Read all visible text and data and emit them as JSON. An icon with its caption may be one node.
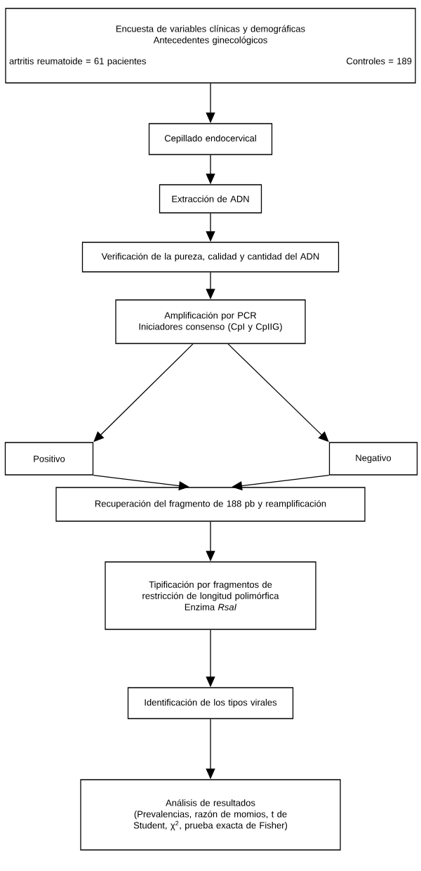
{
  "diagram": {
    "nodes": [
      {
        "text": [
          "Encuesta de variables clínicas y demográficas",
          "Antecedentes ginecológicos",
          "artritis reumatoide = 61 pacientes",
          "Controles = 189"
        ]
      },
      {
        "text": [
          "Cepillado endocervical"
        ]
      },
      {
        "text": [
          "Extracción de ADN"
        ]
      },
      {
        "text": [
          "Verificación de la pureza, calidad y cantidad del ADN"
        ]
      },
      {
        "text": [
          "Amplificación por PCR",
          "Iniciadores consenso (CpI y CpIIG)"
        ]
      },
      {
        "text": [
          "Positivo"
        ]
      },
      {
        "text": [
          "Negativo"
        ]
      },
      {
        "text": [
          "Recuperación del fragmento de 188 pb y reamplificación"
        ]
      },
      {
        "text": [
          "Tipificación por fragmentos de restricción de longitud polimórfica",
          "Enzima *RsaI*"
        ]
      },
      {
        "text": [
          "Identificación de los tipos virales"
        ]
      },
      {
        "text": [
          "Análisis de resultados",
          "(Prevalencias, razón de momios, t de Student, χ$^{2}$, prueba exacta de Fisher)"
        ]
      }
    ],
    "edges": [
      {
        "from": 0,
        "to": 1,
        "arrow": "to"
      },
      {
        "from": 1,
        "to": 2,
        "arrow": "to"
      },
      {
        "from": 2,
        "to": 3,
        "arrow": "to"
      },
      {
        "from": 3,
        "to": 4,
        "arrow": "to"
      },
      {
        "from": 4,
        "to": 5,
        "arrow": "to"
      },
      {
        "from": 4,
        "to": 6,
        "arrow": "to"
      },
      {
        "from": 5,
        "to": 7,
        "arrow": "to"
      },
      {
        "from": 6,
        "to": 7,
        "arrow": "to"
      },
      {
        "from": 7,
        "to": 8,
        "arrow": "to"
      },
      {
        "from": 8,
        "to": 9,
        "arrow": "to"
      },
      {
        "from": 9,
        "to": 10,
        "arrow": "to"
      }
    ]
  }
}
